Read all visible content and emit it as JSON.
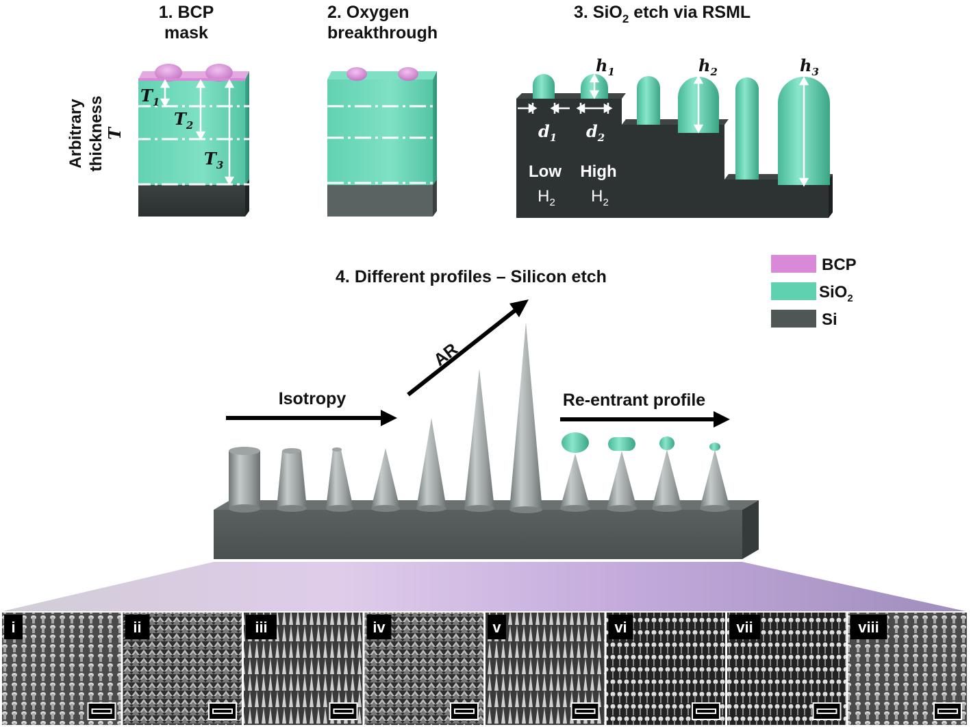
{
  "step1": {
    "title_l1": "1. BCP",
    "title_l2": "mask",
    "t1": "T",
    "t1_sub": "1",
    "t2": "T",
    "t2_sub": "2",
    "t3": "T",
    "t3_sub": "3"
  },
  "side_label": {
    "l1": "Arbitrary",
    "l2": "thickness",
    "l3": "T"
  },
  "step2": {
    "title_l1": "2. Oxygen",
    "title_l2": "breakthrough"
  },
  "step3": {
    "title_pre": "3. SiO",
    "title_sub": "2",
    "title_post": " etch via RSML",
    "h1": "h",
    "h1_sub": "1",
    "h2": "h",
    "h2_sub": "2",
    "h3": "h",
    "h3_sub": "3",
    "d1": "d",
    "d1_sub": "1",
    "d2": "d",
    "d2_sub": "2",
    "low_l1": "Low",
    "low_l2": "H",
    "low_sub": "2",
    "high_l1": "High",
    "high_l2": "H",
    "high_sub": "2"
  },
  "legend": {
    "items": [
      {
        "label": "BCP",
        "color": "#d88ad8"
      },
      {
        "label": "SiO",
        "sub": "2",
        "color": "#5fd1b0"
      },
      {
        "label": "Si",
        "color": "#4e5656"
      }
    ]
  },
  "step4": {
    "title": "4. Different profiles – Silicon etch"
  },
  "arrows": {
    "isotropy": "Isotropy",
    "ar": "AR",
    "reentrant": "Re-entrant profile"
  },
  "sem_panels": [
    "i",
    "ii",
    "iii",
    "iv",
    "v",
    "vi",
    "vii",
    "viii"
  ],
  "colors": {
    "bcp": "#d88ad8",
    "sio2": "#5fd1b0",
    "si": "#4e5656",
    "pillar": "#8e9494"
  }
}
